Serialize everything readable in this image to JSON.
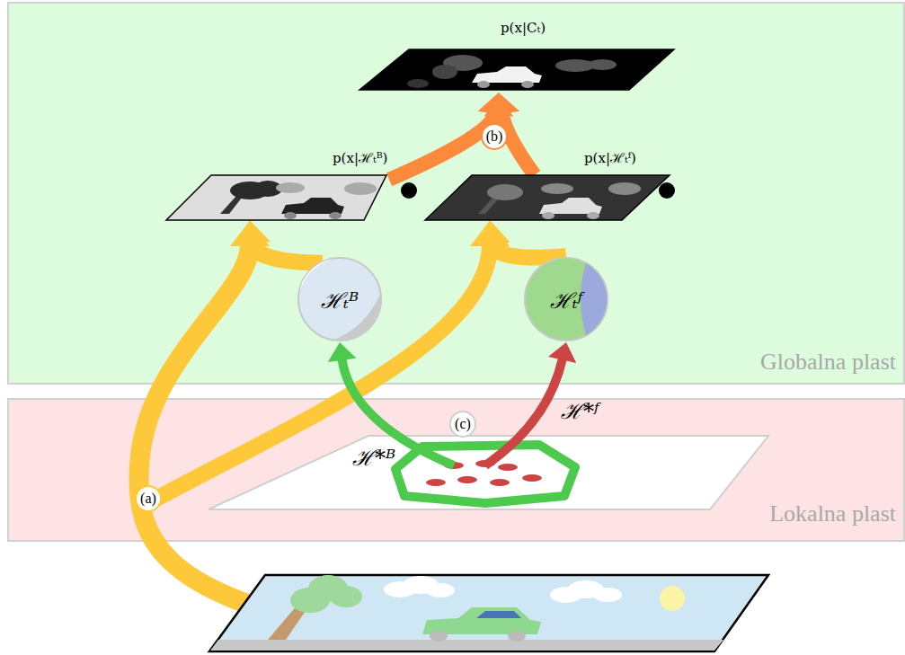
{
  "diagram": {
    "nodes": [
      {
        "text": [
          "Globalna plast"
        ]
      },
      {
        "text": [
          "p(x|Cₜ)"
        ],
        "in": 0
      },
      {
        "text": [
          "p(x|ℋₜᴮ)"
        ],
        "in": 0
      },
      {
        "text": [
          "p(x|ℋₜᶠ)"
        ],
        "in": 0
      },
      {
        "text": [
          "ℋₜᴮ"
        ],
        "in": 0
      },
      {
        "text": [
          "ℋₜᶠ"
        ],
        "in": 0
      },
      {
        "text": [
          "Lokalna plast"
        ]
      }
    ],
    "edges": [
      {
        "from": 4,
        "to": 2,
        "arrow": "to"
      },
      {
        "from": 5,
        "to": 3,
        "arrow": "to"
      },
      {
        "from": 2,
        "to": 1,
        "arrow": "to",
        "label": "(b)"
      },
      {
        "from": 3,
        "to": 1,
        "arrow": "to"
      },
      {
        "from": 6,
        "to": 4,
        "arrow": "to",
        "label": "ℋ*ᴮ"
      },
      {
        "from": 6,
        "to": 5,
        "arrow": "to",
        "label": "ℋ*ᶠ"
      }
    ],
    "labels": [
      "(a)",
      "(c)"
    ]
  }
}
